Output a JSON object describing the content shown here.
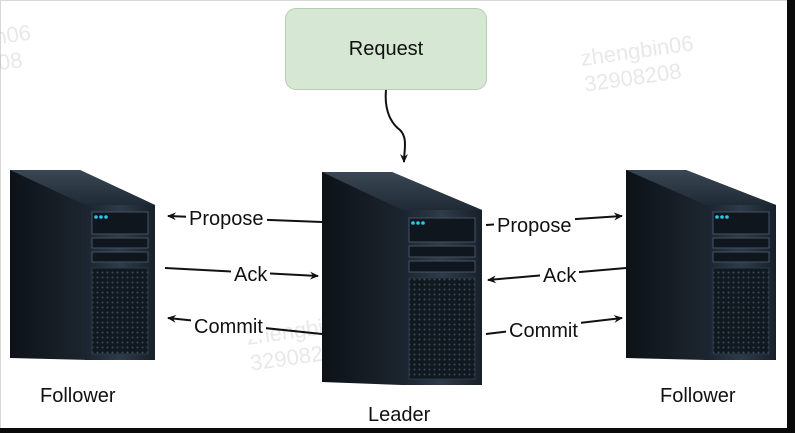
{
  "request": {
    "label": "Request"
  },
  "nodes": {
    "left_follower": "Follower",
    "leader": "Leader",
    "right_follower": "Follower"
  },
  "messages": {
    "left_propose": "Propose",
    "left_ack": "Ack",
    "left_commit": "Commit",
    "right_propose": "Propose",
    "right_ack": "Ack",
    "right_commit": "Commit"
  },
  "watermarks": {
    "top_left": "n06\n08",
    "top_right": "zhengbin06\n32908208",
    "center": "zhengbin\n32908208"
  },
  "colors": {
    "request_fill": "#d6e8d4",
    "server_body": "#1c2733",
    "led": "#29c9e8"
  }
}
